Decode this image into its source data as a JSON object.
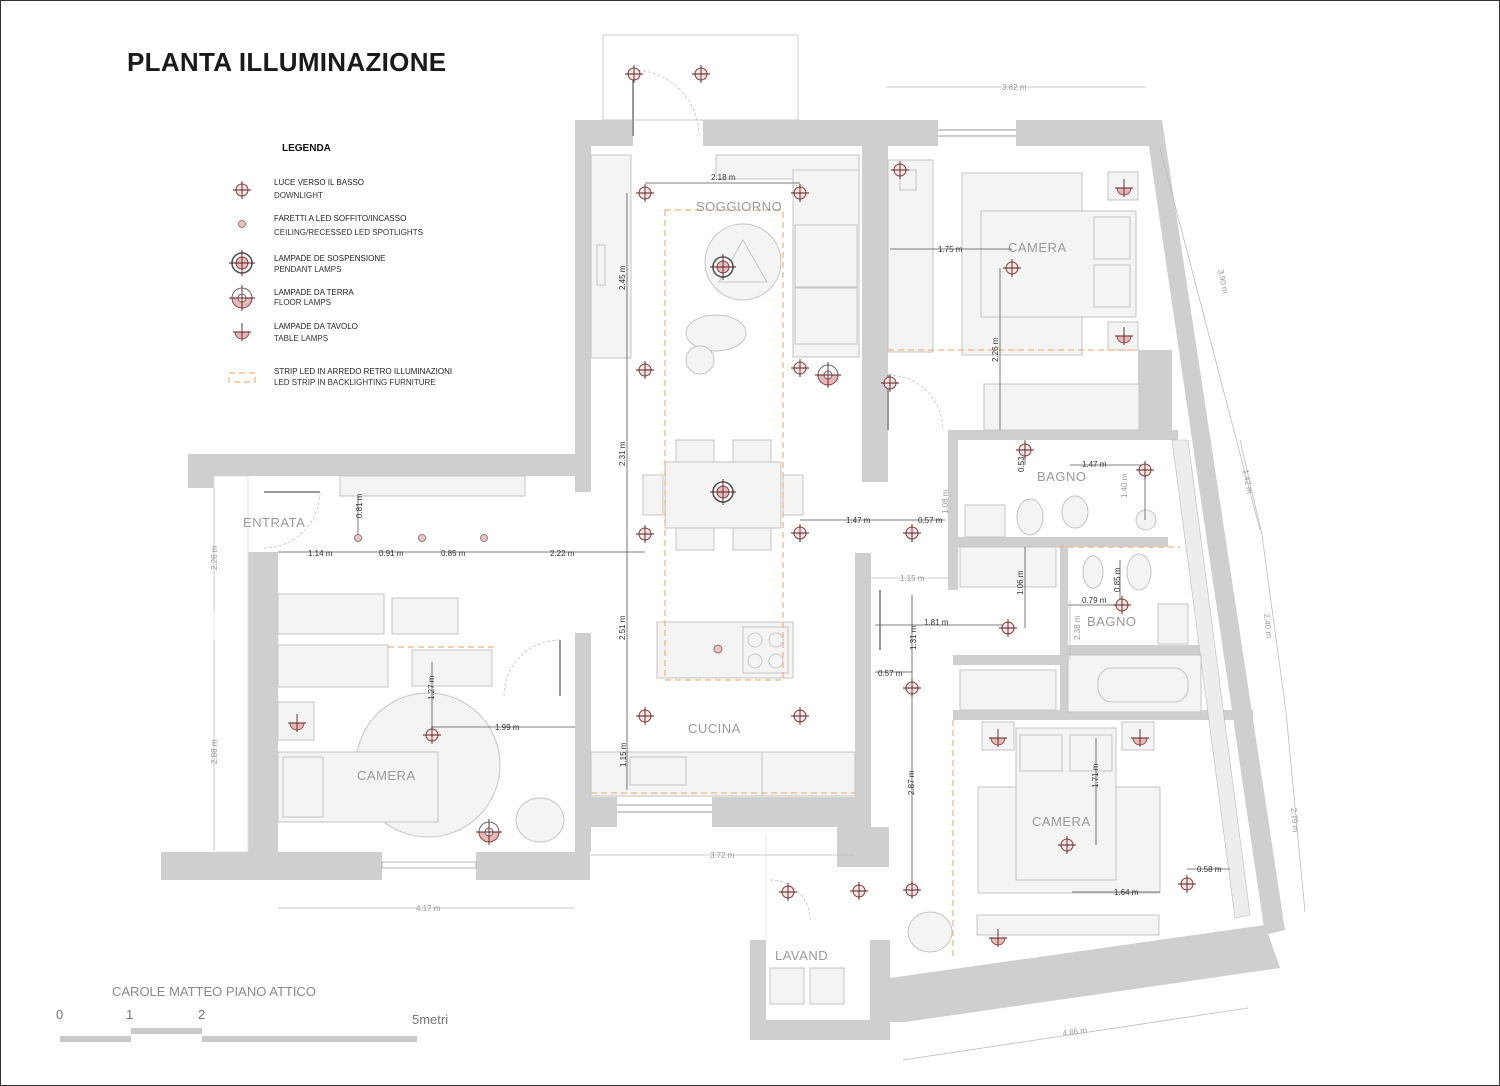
{
  "title": "PLANTA ILLUMINAZIONE",
  "subtitle": "CAROLE MATTEO PIANO ATTICO",
  "legend": {
    "title": "LEGENDA",
    "items": [
      {
        "symbol": "downlight",
        "label": "LUCE VERSO IL BASSO",
        "sub": "DOWNLIGHT"
      },
      {
        "symbol": "spotlight",
        "label": "FARETTI A LED SOFFITO/INCASSO",
        "sub": "CEILING/RECESSED LED SPOTLIGHTS"
      },
      {
        "symbol": "pendant",
        "label": "LAMPADE DE SOSPENSIONE",
        "sub": "PENDANT LAMPS"
      },
      {
        "symbol": "floor-lamp",
        "label": "LAMPADE DA TERRA",
        "sub": "FLOOR LAMPS"
      },
      {
        "symbol": "table-lamp",
        "label": "LAMPADE DA TAVOLO",
        "sub": "TABLE LAMPS"
      },
      {
        "symbol": "led-strip",
        "label": "STRIP LED IN ARREDO RETRO ILLUMINAZIONI",
        "sub": "LED STRIP IN BACKLIGHTING FURNITURE"
      }
    ]
  },
  "rooms": {
    "soggiorno": "SOGGIORNO",
    "camera_top": "CAMERA",
    "bagno_top": "BAGNO",
    "entrata": "ENTRATA",
    "bagno_mid": "BAGNO",
    "camera_left": "CAMERA",
    "cucina": "CUCINA",
    "camera_right": "CAMERA",
    "lavand": "LAVAND"
  },
  "dimensions": {
    "d_218": "2.18 m",
    "d_362": "3.62 m",
    "d_175": "1.75 m",
    "d_245": "2.45 m",
    "d_390": "3.90 m",
    "d_226a": "2.26 m",
    "d_231": "2.31 m",
    "d_053": "0.53 m",
    "d_147a": "1.47 m",
    "d_142": "1.42 m",
    "d_140": "1.40 m",
    "d_081": "0.81 m",
    "d_147b": "1.47 m",
    "d_057a": "0.57 m",
    "d_114": "1.14 m",
    "d_091": "0.91 m",
    "d_085a": "0.85 m",
    "d_222": "2.22 m",
    "d_226b": "2.26 m",
    "d_115a": "1.15 m",
    "d_106": "1.06 m",
    "d_085b": "0.85 m",
    "d_079": "0.79 m",
    "d_181": "1.81 m",
    "d_131": "1.31 m",
    "d_240": "2.40 m",
    "d_251": "2.51 m",
    "d_238": "2.38 m",
    "d_127": "1.27 m",
    "d_057b": "0.57 m",
    "d_199": "1.99 m",
    "d_288": "2.88 m",
    "d_115b": "1.15 m",
    "d_171": "1.71 m",
    "d_287": "2.87 m",
    "d_279": "2.79 m",
    "d_372": "3.72 m",
    "d_058": "0.58 m",
    "d_164": "1.64 m",
    "d_417": "4.17 m",
    "d_486": "4.86 m",
    "d_108": "1.08 m"
  },
  "scale": {
    "t0": "0",
    "t1": "1",
    "t2": "2",
    "t5": "5metri"
  },
  "colors": {
    "wall": "#cfcfcf",
    "strip": "#f0b27a",
    "light": "#e8c3c3"
  }
}
